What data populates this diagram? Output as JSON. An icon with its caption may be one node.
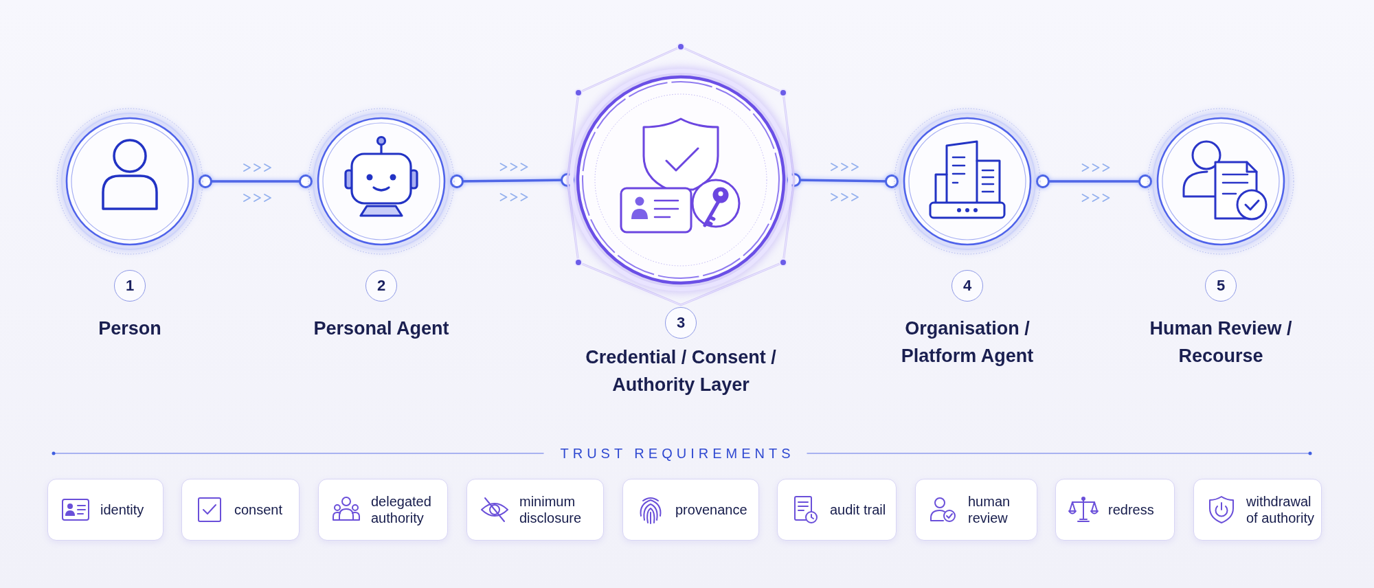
{
  "diagram": {
    "nodes": [
      {
        "text": [
          "Person"
        ],
        "beside": [
          "1"
        ]
      },
      {
        "text": [
          "Personal Agent"
        ],
        "beside": [
          "2"
        ]
      },
      {
        "text": [
          "Credential / Consent / Authority Layer"
        ],
        "beside": [
          "3"
        ]
      },
      {
        "text": [
          "Organisation / Platform Agent"
        ],
        "beside": [
          "4"
        ]
      },
      {
        "text": [
          "Human Review / Recourse"
        ],
        "beside": [
          "5"
        ]
      },
      {
        "text": [
          "identity"
        ]
      },
      {
        "text": [
          "consent"
        ]
      },
      {
        "text": [
          "delegated authority"
        ]
      },
      {
        "text": [
          "minimum disclosure"
        ]
      },
      {
        "text": [
          "provenance"
        ]
      },
      {
        "text": [
          "audit trail"
        ]
      },
      {
        "text": [
          "human review"
        ]
      },
      {
        "text": [
          "redress"
        ]
      },
      {
        "text": [
          "withdrawal of authority"
        ]
      }
    ],
    "edges": [
      {
        "from": 0,
        "to": 1,
        "arrow": "other"
      },
      {
        "from": 1,
        "to": 2,
        "arrow": "other"
      },
      {
        "from": 2,
        "to": 3,
        "arrow": "other"
      },
      {
        "from": 3,
        "to": 4,
        "arrow": "other"
      }
    ],
    "labels": [
      "TRUST REQUIREMENTS"
    ]
  }
}
